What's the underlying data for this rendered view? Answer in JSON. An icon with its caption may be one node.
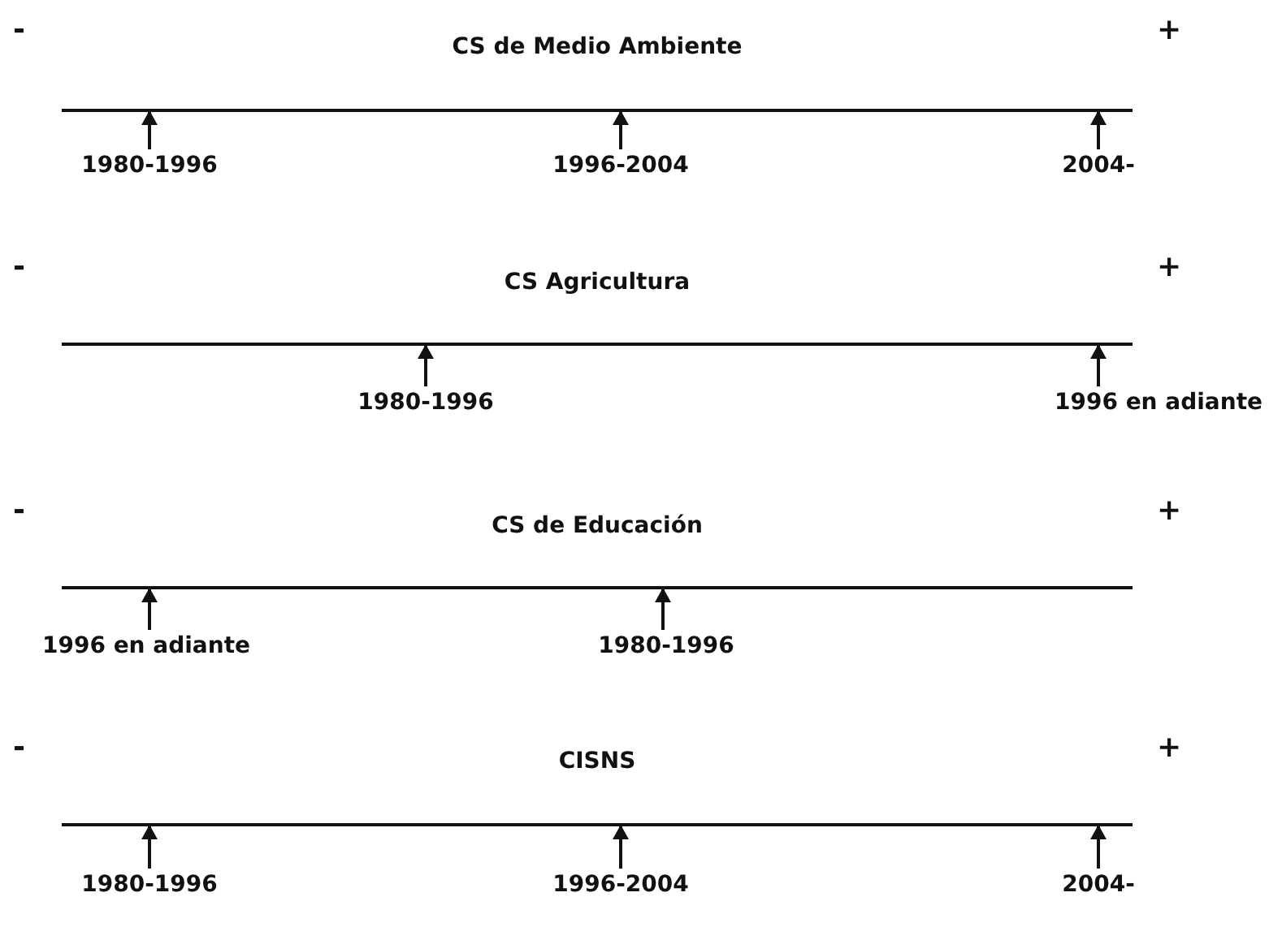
{
  "diagram": {
    "nodes": [
      {
        "text": [
          "CS de Medio Ambiente"
        ]
      },
      {
        "text": [
          "1980-1996"
        ]
      },
      {
        "text": [
          "1996-2004"
        ]
      },
      {
        "text": [
          "2004-"
        ]
      },
      {
        "text": [
          "CS Agricultura"
        ]
      },
      {
        "text": [
          "1980-1996"
        ]
      },
      {
        "text": [
          "1996 en adiante"
        ]
      },
      {
        "text": [
          "CS de Educación"
        ]
      },
      {
        "text": [
          "1996 en adiante"
        ]
      },
      {
        "text": [
          "1980-1996"
        ]
      },
      {
        "text": [
          "CISNS"
        ]
      },
      {
        "text": [
          "1980-1996"
        ]
      },
      {
        "text": [
          "1996-2004"
        ]
      },
      {
        "text": [
          "2004-"
        ]
      }
    ],
    "edges": [
      {
        "from": 1,
        "to": 0,
        "arrow": "to"
      },
      {
        "from": 2,
        "to": 0,
        "arrow": "to"
      },
      {
        "from": 3,
        "to": 0,
        "arrow": "to"
      },
      {
        "from": 5,
        "to": 4,
        "arrow": "to"
      },
      {
        "from": 6,
        "to": 4,
        "arrow": "to"
      },
      {
        "from": 8,
        "to": 7,
        "arrow": "to"
      },
      {
        "from": 9,
        "to": 7,
        "arrow": "to"
      },
      {
        "from": 11,
        "to": 10,
        "arrow": "to"
      },
      {
        "from": 12,
        "to": 10,
        "arrow": "to"
      },
      {
        "from": 13,
        "to": 10,
        "arrow": "to"
      }
    ],
    "labels": [
      "-",
      "+",
      "-",
      "+",
      "-",
      "+",
      "-",
      "+"
    ]
  }
}
